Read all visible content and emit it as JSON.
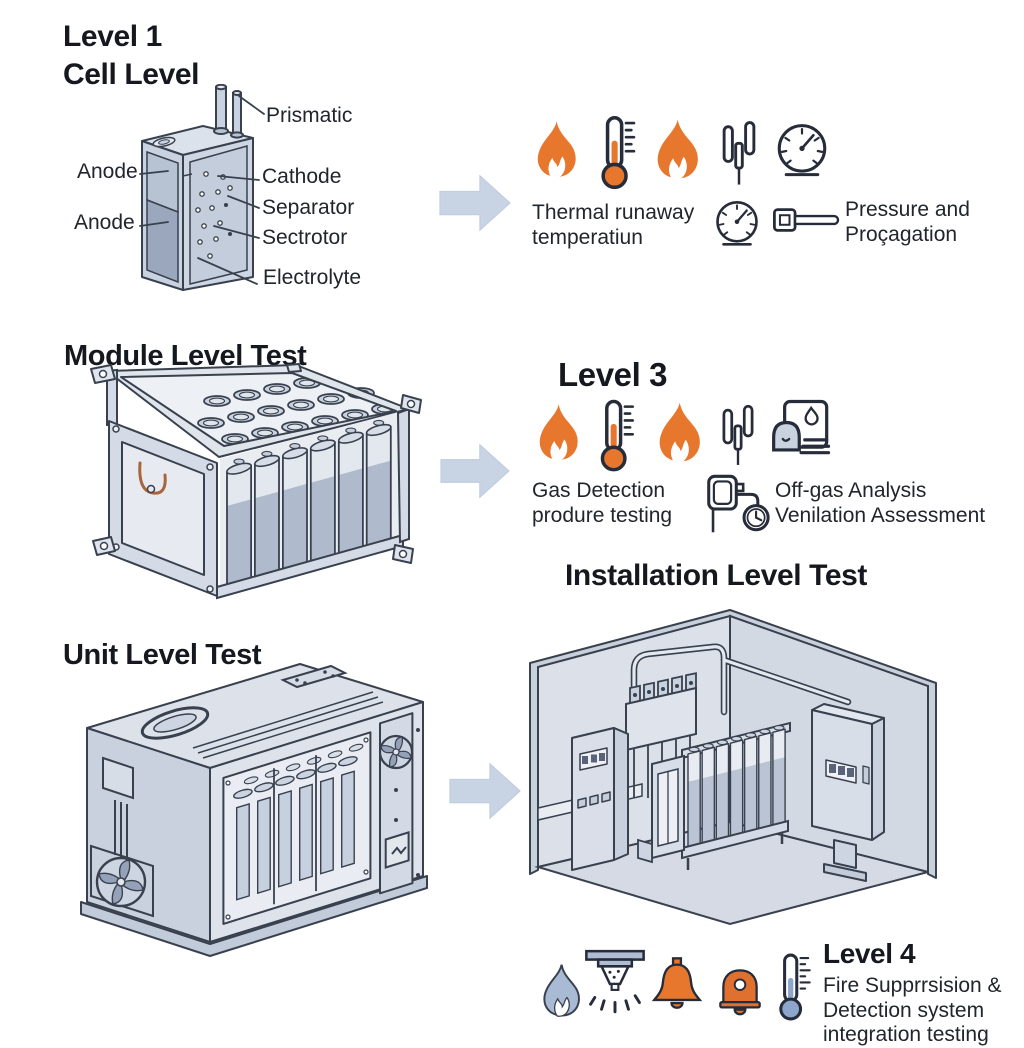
{
  "colors": {
    "background": "#ffffff",
    "accent_orange": "#E8772E",
    "outline_dark": "#39414F",
    "steel_light": "#DDE2EA",
    "steel_mid": "#C9D2E0",
    "steel_dark": "#9AA7BC",
    "arrow_blue": "#C8D3E4",
    "icon_blue_gray": "#A9BBD4",
    "text": "#1C2026"
  },
  "level1": {
    "heading_line1": "Level 1",
    "heading_line2": "Cell Level",
    "cell_labels": {
      "prismatic": "Prismatic",
      "anode_top": "Anode",
      "cathode": "Cathode",
      "separator": "Separator",
      "anode_bottom": "Anode",
      "sectrotor": "Sectrotor",
      "electrolyte": "Electrolyte"
    },
    "icons_row": [
      "flame-icon",
      "thermometer-icon",
      "flame-icon",
      "pressure-probes-icon",
      "gauge-icon"
    ],
    "icons_row2": [
      "gauge-icon",
      "key-probe-icon"
    ],
    "caption_thermal": "Thermal runaway temperatiun",
    "caption_pressure": "Pressure and Proçagation"
  },
  "module": {
    "heading": "Module Level Test"
  },
  "level3": {
    "heading": "Level 3",
    "icons_row": [
      "flame-icon",
      "thermometer-icon",
      "flame-icon",
      "pressure-probes-icon",
      "gas-analysis-icon"
    ],
    "icons_row2": [
      "offgas-meter-icon"
    ],
    "caption_gas": "Gas Detection produre testing",
    "caption_offgas": "Off-gas Analysis Venilation Assessment"
  },
  "installation": {
    "heading": "Installation Level Test"
  },
  "unit": {
    "heading": "Unit Level Test"
  },
  "level4": {
    "heading": "Level 4",
    "icons_row": [
      "flame-blue-icon",
      "sprinkler-icon",
      "alarm-bell-icon",
      "alarm-bell-dome-icon",
      "thermometer-blue-icon"
    ],
    "caption": "Fire Supprrsision & Detection system integration testing"
  }
}
